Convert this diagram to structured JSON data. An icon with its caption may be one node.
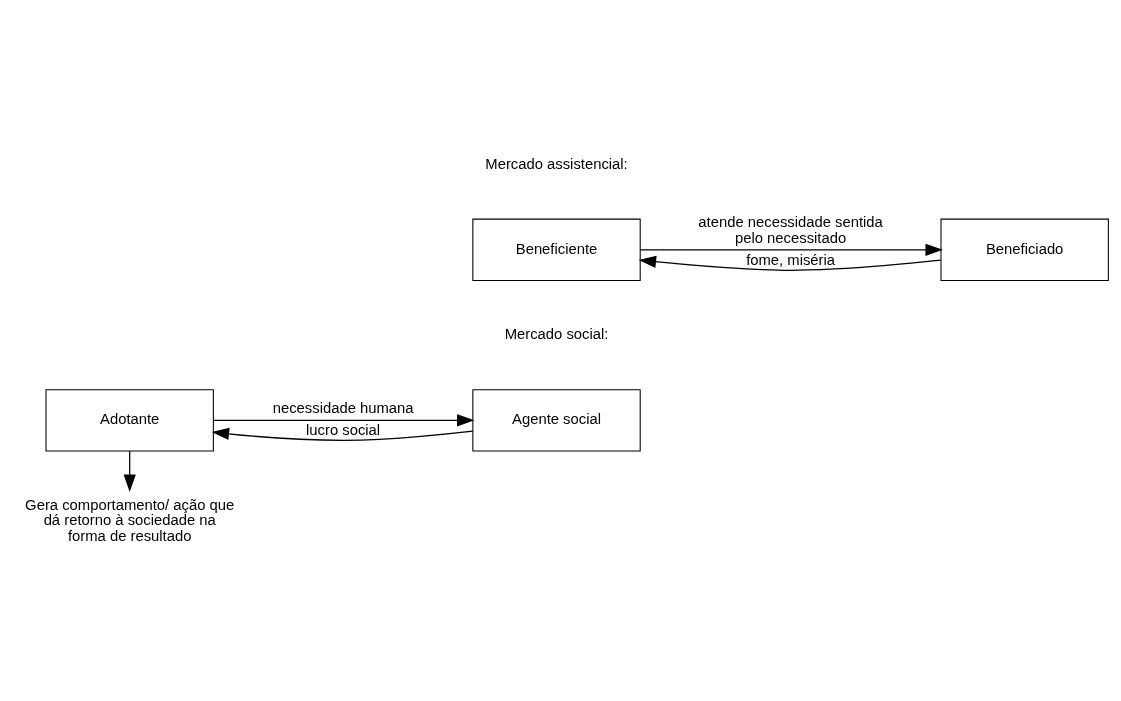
{
  "diagram": {
    "nodes": [
      {
        "text": [
          "Beneficiente"
        ]
      },
      {
        "text": [
          "Beneficiado"
        ]
      },
      {
        "text": [
          "Agente social"
        ]
      },
      {
        "text": [
          "Adotante"
        ]
      },
      {
        "text": [
          "Gera comportamento/ ação que dá retorno à sociedade na forma de resultado"
        ]
      }
    ],
    "edges": [
      {
        "from": 1,
        "to": 0,
        "arrow": "to",
        "label": "fome, miséria"
      },
      {
        "from": 0,
        "to": 1,
        "arrow": "to",
        "label": "atende necessidade sentida pelo necessitado"
      },
      {
        "from": 3,
        "to": 2,
        "arrow": "to",
        "label": "necessidade humana"
      },
      {
        "from": 2,
        "to": 3,
        "arrow": "to",
        "label": "lucro social"
      },
      {
        "from": 3,
        "to": 4,
        "arrow": "to"
      }
    ],
    "labels": [
      "Mercado assistencial:",
      "Mercado social:"
    ]
  }
}
